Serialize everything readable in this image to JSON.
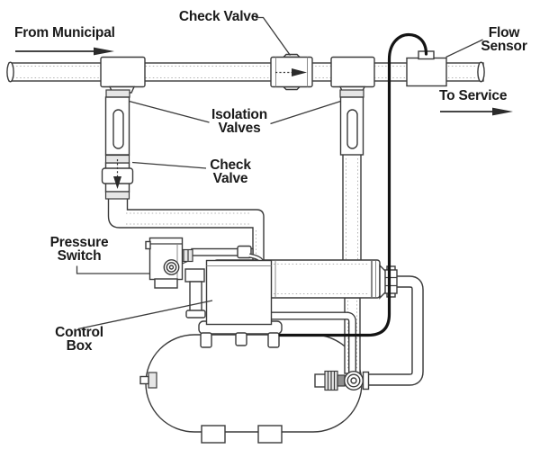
{
  "labels": {
    "from_municipal": {
      "text": "From Municipal"
    },
    "check_valve_top": {
      "text": "Check Valve"
    },
    "flow_sensor": {
      "line1": "Flow",
      "line2": "Sensor"
    },
    "to_service": {
      "text": "To Service"
    },
    "isolation_valves": {
      "line1": "Isolation",
      "line2": "Valves"
    },
    "check_valve_left": {
      "line1": "Check",
      "line2": "Valve"
    },
    "pressure_switch": {
      "line1": "Pressure",
      "line2": "Switch"
    },
    "control_box": {
      "line1": "Control",
      "line2": "Box"
    }
  },
  "colors": {
    "line": "#3a3a3a",
    "cable": "#141414",
    "text": "#1a1a1a",
    "shade": "#b3b3b3",
    "coupling": "#e6e6e6",
    "bg": "#ffffff"
  }
}
